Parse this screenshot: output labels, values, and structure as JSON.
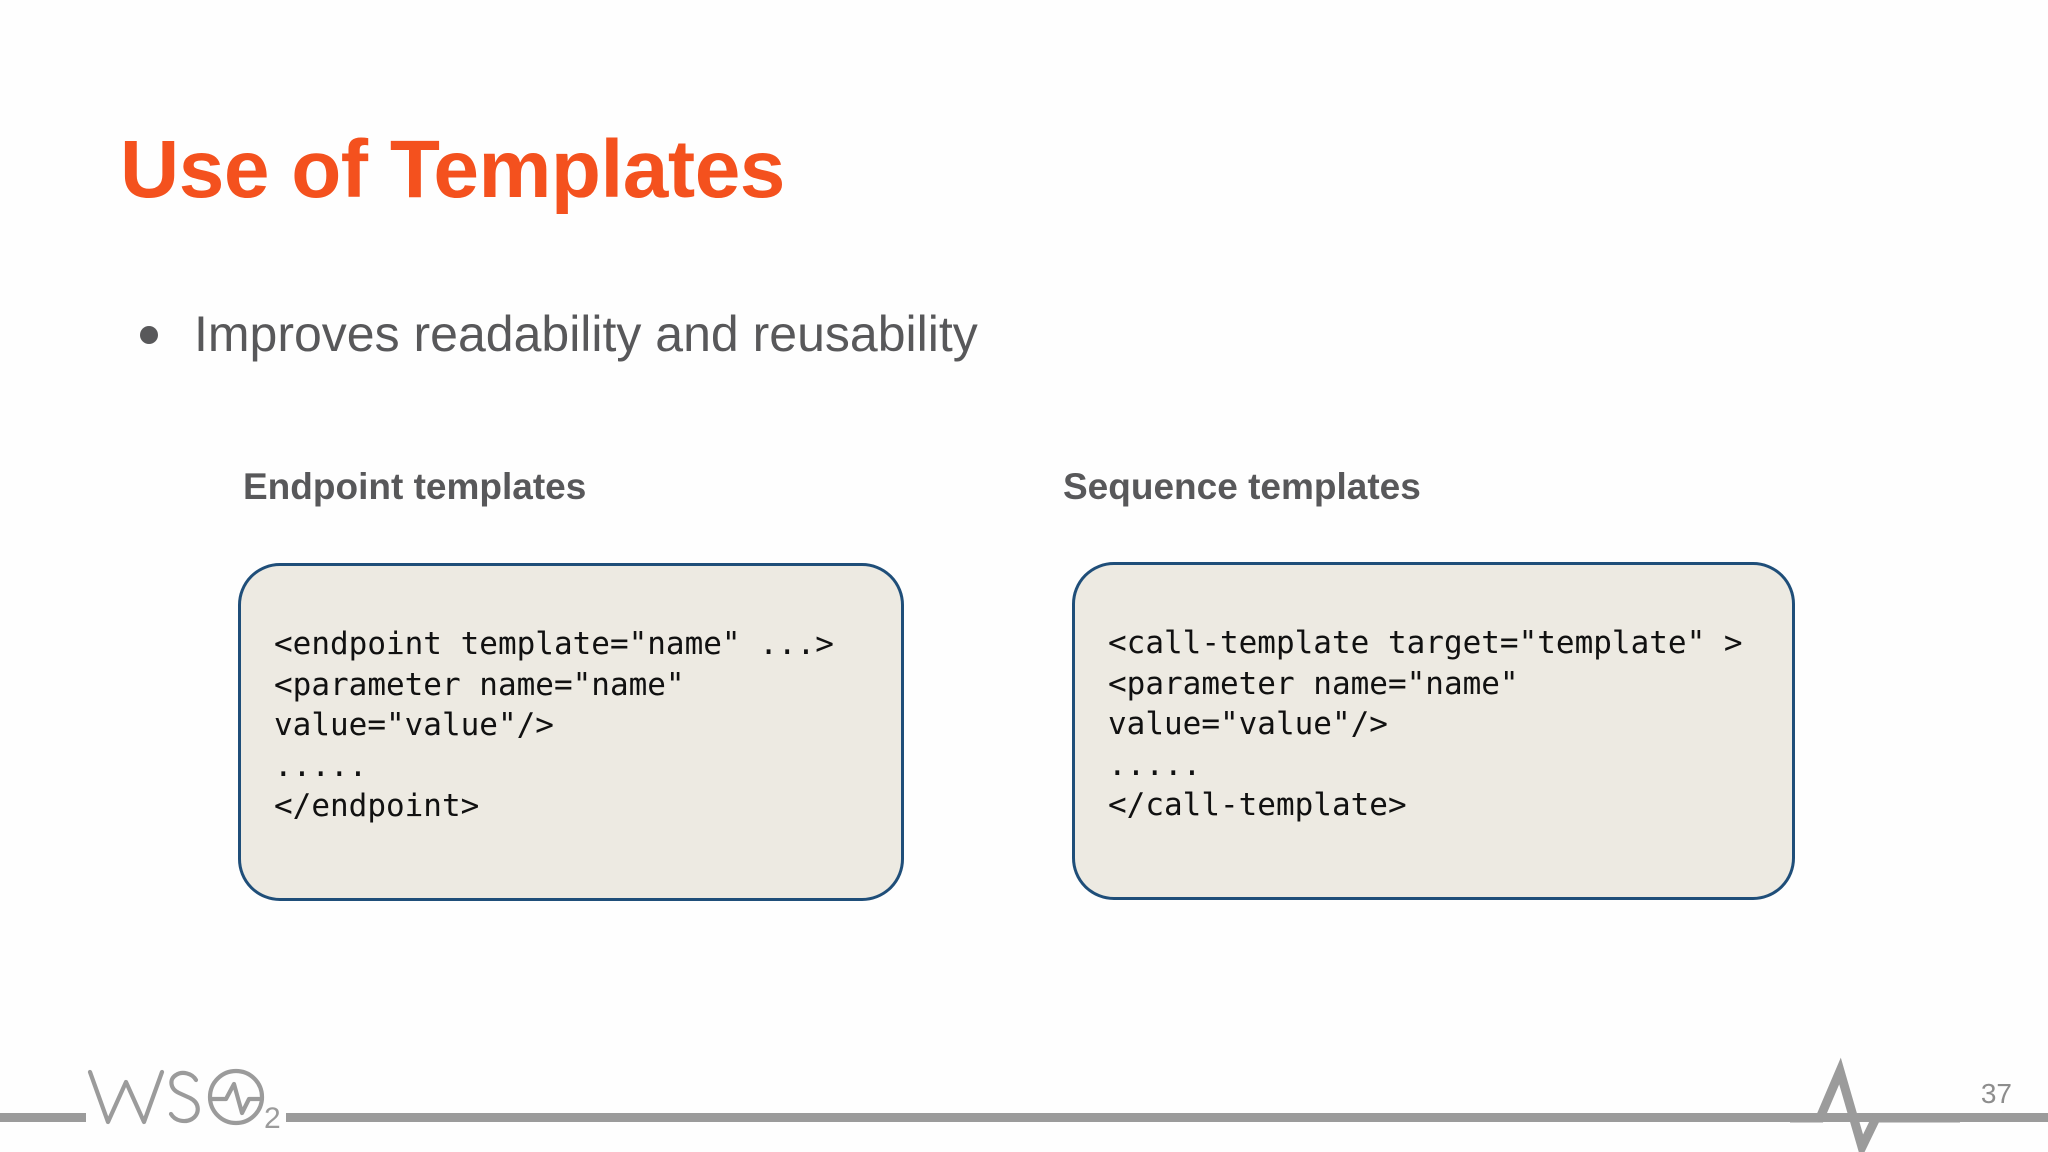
{
  "slide": {
    "title": "Use of Templates",
    "title_color": "#F4511E",
    "background_color": "#FEFEFE",
    "body_text_color": "#58585A",
    "page_number": "37"
  },
  "bullets": [
    {
      "marker": "bullet-dot",
      "text": "Improves readability and reusability"
    }
  ],
  "columns": [
    {
      "heading": "Endpoint templates",
      "code": "<endpoint template=\"name\" ...>\n<parameter name=\"name\"\nvalue=\"value\"/>\n.....\n</endpoint>",
      "box_fill": "#EDEAE2",
      "box_border": "#1F4E79"
    },
    {
      "heading": "Sequence templates",
      "code": "<call-template target=\"template\" >\n<parameter name=\"name\"\nvalue=\"value\"/>\n.....\n</call-template>",
      "box_fill": "#EDEAE2",
      "box_border": "#1F4E79"
    }
  ],
  "footer": {
    "logo_text": "WSO2",
    "line_color": "#9B9B9B",
    "page_number": "37"
  }
}
